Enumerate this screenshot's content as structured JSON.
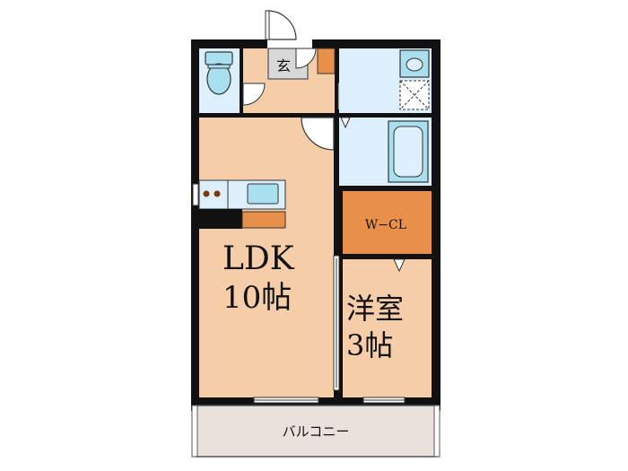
{
  "rooms": {
    "genkan": {
      "label": "玄"
    },
    "ldk": {
      "name": "LDK",
      "size": "10帖"
    },
    "walk_in_closet": {
      "label": "W−CL"
    },
    "western_room": {
      "name": "洋室",
      "size": "3帖"
    },
    "balcony": {
      "label": "バルコニー"
    }
  },
  "colors": {
    "wall": "#111111",
    "ldk_floor": "#f5cda8",
    "wet_area": "#dceffa",
    "closet": "#e8904a",
    "entrance_accent": "#e8904a",
    "balcony": "#e9e1dc",
    "fixture_blue": "#a8e0f0",
    "stove": "#7a3c0a"
  },
  "icons": [
    "toilet-icon",
    "washbasin-icon",
    "bathtub-icon",
    "kitchen-sink-icon",
    "stove-icon",
    "door-swing-icon",
    "window-icon"
  ]
}
